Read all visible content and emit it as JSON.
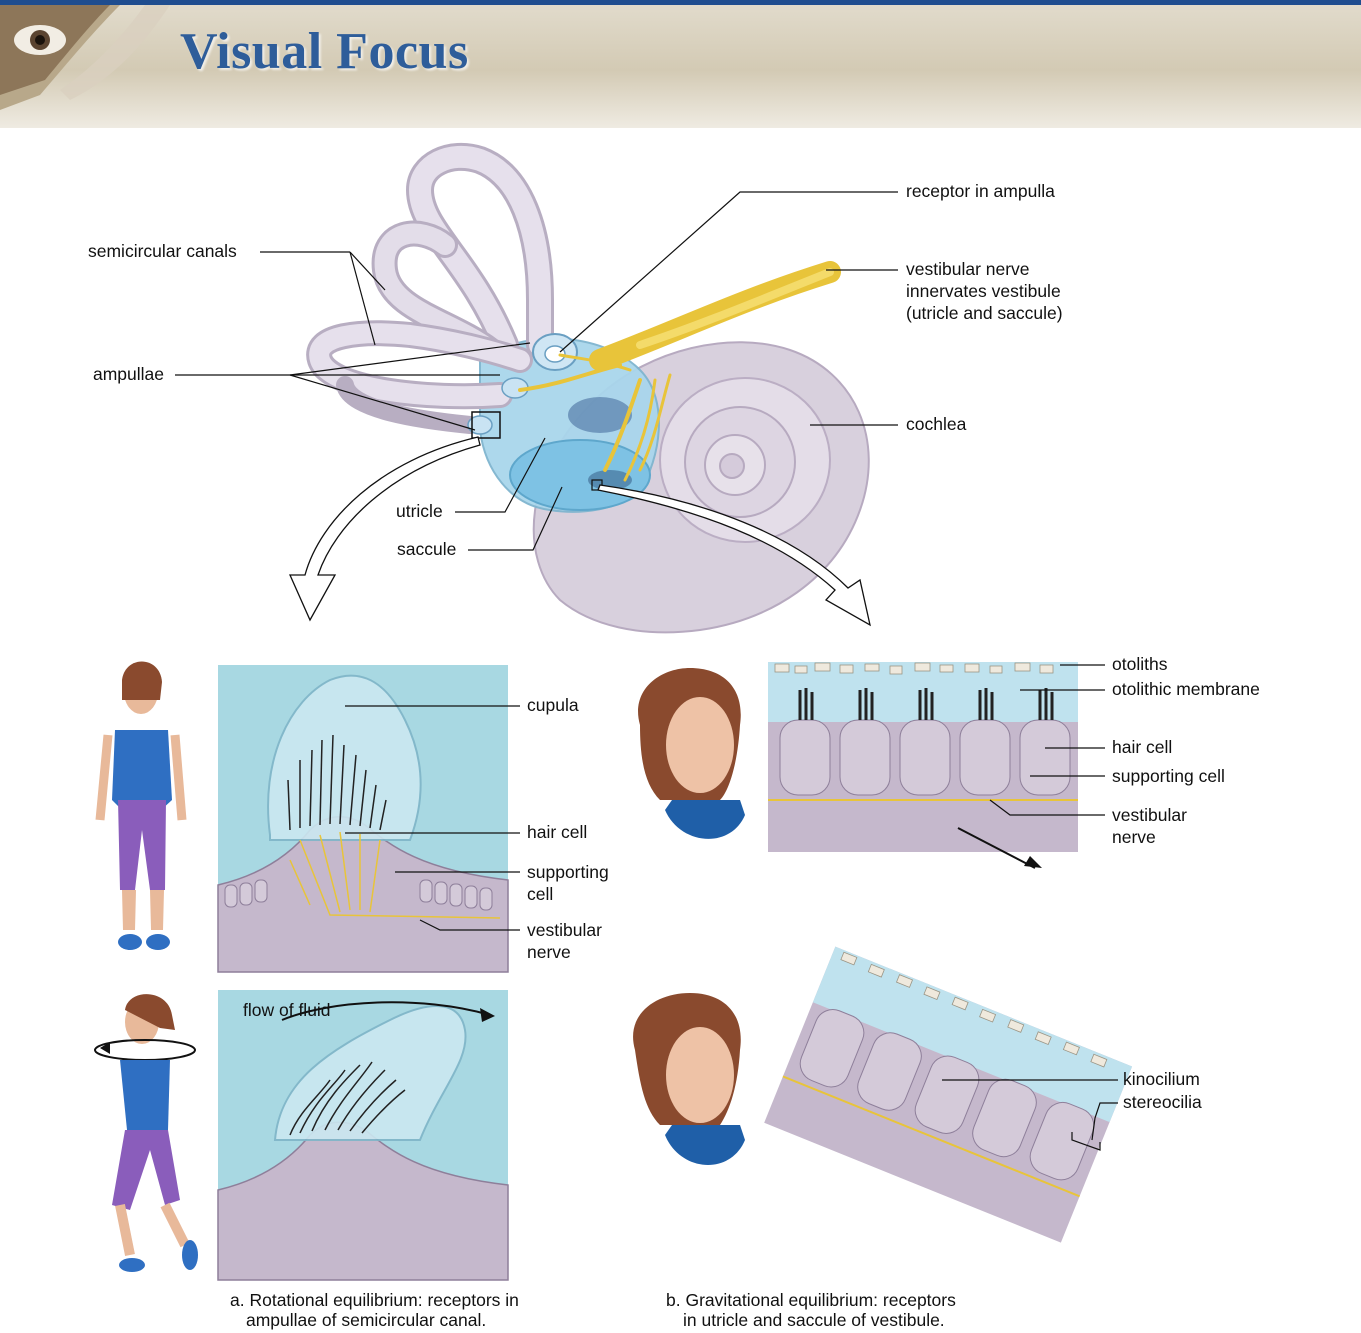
{
  "header": {
    "title": "Visual Focus"
  },
  "labels": {
    "semicircular_canals": "semicircular canals",
    "ampullae": "ampullae",
    "utricle": "utricle",
    "saccule": "saccule",
    "receptor_in_ampulla": "receptor in ampulla",
    "vestibular_nerve_main_1": "vestibular nerve",
    "vestibular_nerve_main_2": "innervates vestibule",
    "vestibular_nerve_main_3": "(utricle and saccule)",
    "cochlea": "cochlea",
    "cupula": "cupula",
    "hair_cell_a": "hair cell",
    "supporting_cell_a_1": "supporting",
    "supporting_cell_a_2": "cell",
    "vestibular_nerve_a_1": "vestibular",
    "vestibular_nerve_a_2": "nerve",
    "flow_of_fluid": "flow of fluid",
    "otoliths": "otoliths",
    "otolithic_membrane": "otolithic membrane",
    "hair_cell_b": "hair cell",
    "supporting_cell_b": "supporting cell",
    "vestibular_nerve_b_1": "vestibular",
    "vestibular_nerve_b_2": "nerve",
    "kinocilium": "kinocilium",
    "stereocilia": "stereocilia"
  },
  "captions": {
    "a_line1": "a. Rotational equilibrium: receptors in",
    "a_line2": "ampullae of semicircular canal.",
    "b_line1": "b. Gravitational equilibrium: receptors",
    "b_line2": "in utricle and saccule of vestibule."
  },
  "colors": {
    "header_blue": "#2e5d9a",
    "fluid_blue": "#a8d8e2",
    "tissue_lavender": "#c5b8cc",
    "nerve_yellow": "#e8c43a",
    "canal_lilac": "#ddd5e3"
  }
}
